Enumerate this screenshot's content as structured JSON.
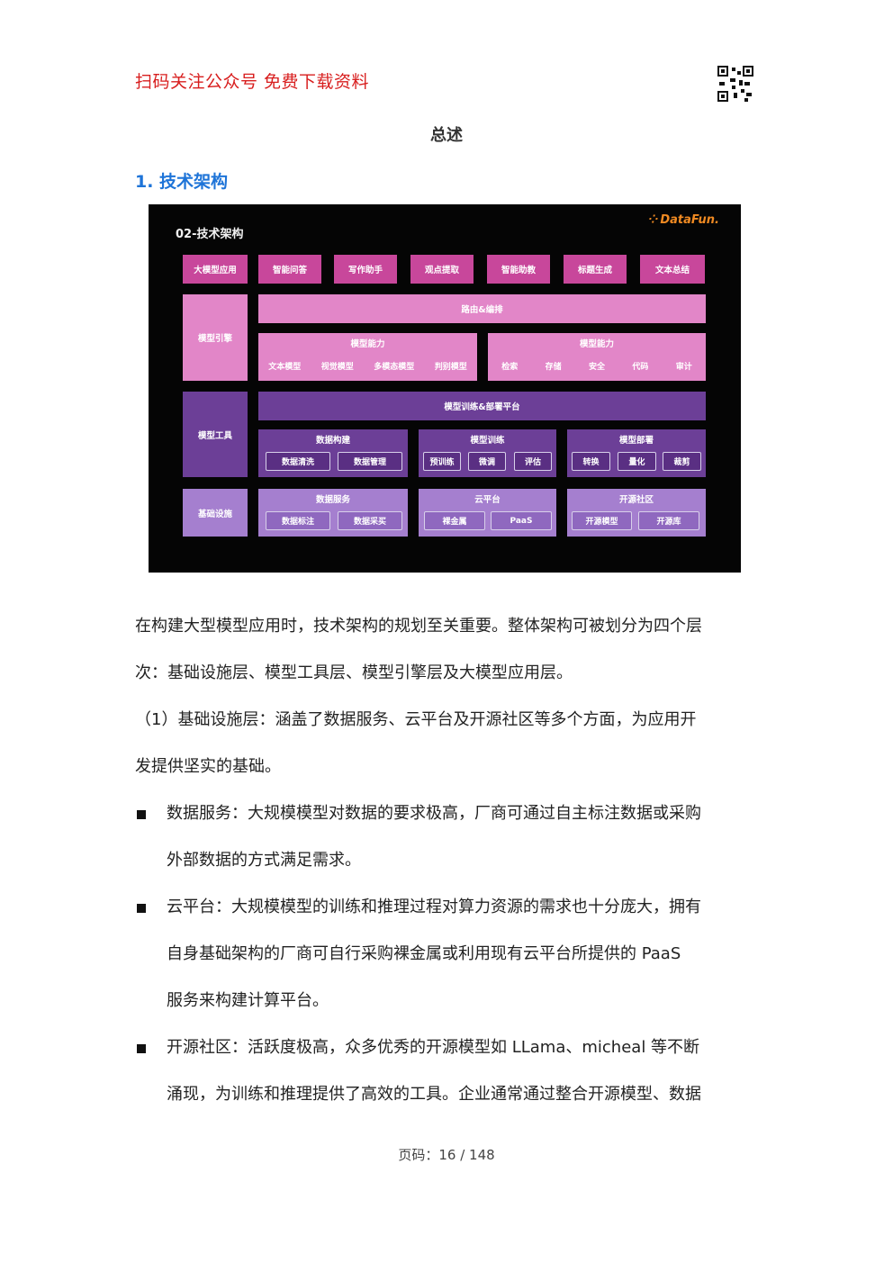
{
  "header": {
    "promo": "扫码关注公众号  免费下载资料",
    "qr_label": "qr-code"
  },
  "heading": "总述",
  "section_title": "1. 技术架构",
  "slide": {
    "title": "02-技术架构",
    "brand": "DataFun.",
    "rows": {
      "app": {
        "label": "大模型应用",
        "items": [
          "智能问答",
          "写作助手",
          "观点提取",
          "智能助教",
          "标题生成",
          "文本总结"
        ]
      },
      "engine": {
        "label": "模型引擎",
        "routing": "路由&编排",
        "cap_left": {
          "title": "模型能力",
          "items": [
            "文本模型",
            "视觉模型",
            "多模态模型",
            "判别模型"
          ]
        },
        "cap_right": {
          "title": "模型能力",
          "items": [
            "检索",
            "存储",
            "安全",
            "代码",
            "审计"
          ]
        }
      },
      "tools": {
        "label": "模型工具",
        "platform": "模型训练&部署平台",
        "g1": {
          "title": "数据构建",
          "items": [
            "数据清洗",
            "数据管理"
          ]
        },
        "g2": {
          "title": "模型训练",
          "items": [
            "预训练",
            "微调",
            "评估"
          ]
        },
        "g3": {
          "title": "模型部署",
          "items": [
            "转换",
            "量化",
            "裁剪"
          ]
        }
      },
      "infra": {
        "label": "基础设施",
        "g1": {
          "title": "数据服务",
          "items": [
            "数据标注",
            "数据采买"
          ]
        },
        "g2": {
          "title": "云平台",
          "items": [
            "裸金属",
            "PaaS"
          ]
        },
        "g3": {
          "title": "开源社区",
          "items": [
            "开源模型",
            "开源库"
          ]
        }
      }
    }
  },
  "body": {
    "p1_l1": "在构建大型模型应用时，技术架构的规划至关重要。整体架构可被划分为四个层",
    "p1_l2": "次：基础设施层、模型工具层、模型引擎层及大模型应用层。",
    "p2_l1": "（1）基础设施层：涵盖了数据服务、云平台及开源社区等多个方面，为应用开",
    "p2_l2": "发提供坚实的基础。",
    "b1_l1": "数据服务：大规模模型对数据的要求极高，厂商可通过自主标注数据或采购",
    "b1_l2": "外部数据的方式满足需求。",
    "b2_l1": "云平台：大规模模型的训练和推理过程对算力资源的需求也十分庞大，拥有",
    "b2_l2": "自身基础架构的厂商可自行采购裸金属或利用现有云平台所提供的  PaaS",
    "b2_l3": "服务来构建计算平台。",
    "b3_l1": "开源社区：活跃度极高，众多优秀的开源模型如  LLama、micheal  等不断",
    "b3_l2": "涌现，为训练和推理提供了高效的工具。企业通常通过整合开源模型、数据"
  },
  "footer": "页码：16 / 148"
}
